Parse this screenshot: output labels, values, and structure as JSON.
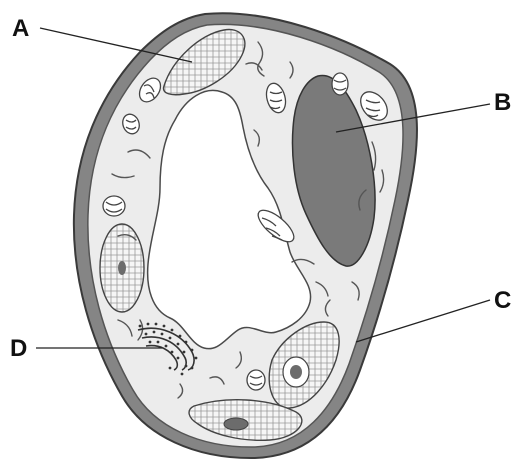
{
  "labels": {
    "a": "A",
    "b": "B",
    "c": "C",
    "d": "D"
  },
  "colors": {
    "cell_wall": "#858585",
    "cell_wall_outline": "#3a3a3a",
    "cytoplasm": "#ececec",
    "vacuole": "#ffffff",
    "nucleus": "#7a7a7a",
    "chloroplast": "#f4f4f4",
    "line": "#222222"
  }
}
